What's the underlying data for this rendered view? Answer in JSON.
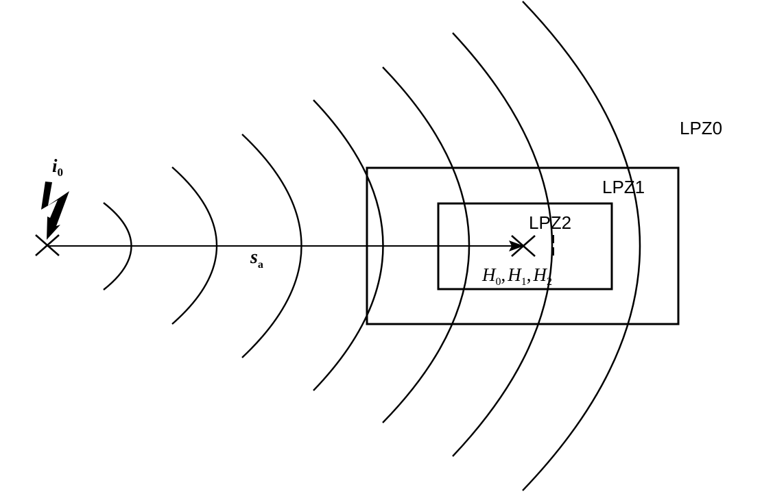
{
  "diagram": {
    "source": {
      "current_symbol": "i",
      "current_subscript": "0"
    },
    "distance": {
      "symbol": "s",
      "subscript": "a"
    },
    "zones": {
      "outer": "LPZ0",
      "middle": "LPZ1",
      "inner": "LPZ2"
    },
    "fields": [
      {
        "symbol": "H",
        "subscript": "0"
      },
      {
        "symbol": "H",
        "subscript": "1"
      },
      {
        "symbol": "H",
        "subscript": "2"
      }
    ],
    "separator": ","
  }
}
